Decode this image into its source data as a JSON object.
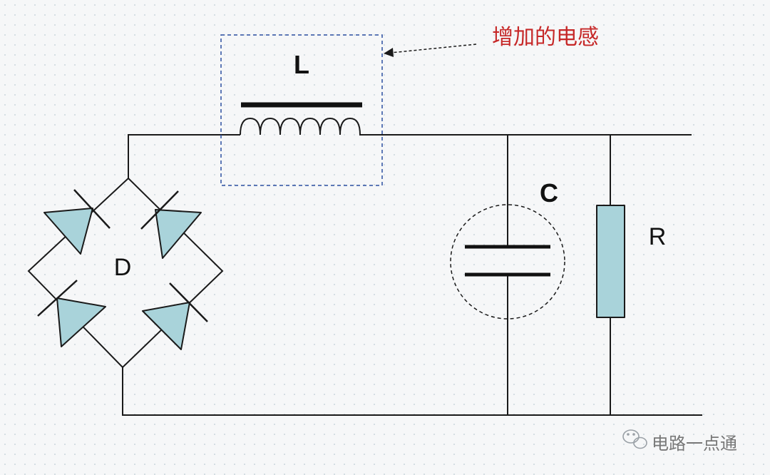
{
  "labels": {
    "inductor": "L",
    "capacitor": "C",
    "resistor": "R",
    "diode_bridge": "D",
    "annotation": "增加的电感"
  },
  "watermark": {
    "text": "电路一点通",
    "icon": "wechat-icon"
  },
  "colors": {
    "wire": "#1a1a1a",
    "component_fill": "#a9d3da",
    "highlight_box": "#2a4fa0",
    "annotation_text": "#c62828"
  }
}
